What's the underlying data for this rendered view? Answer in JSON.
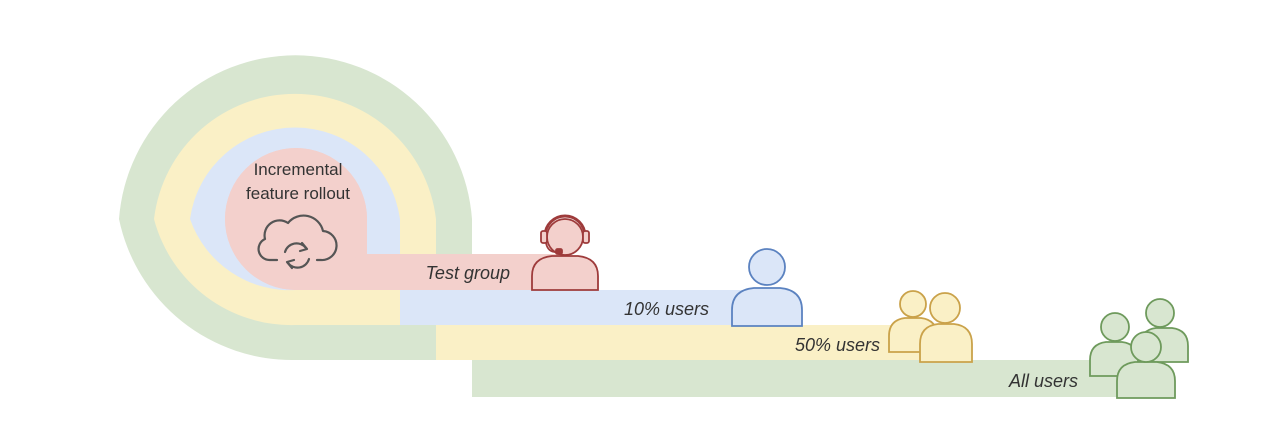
{
  "center": {
    "label_line1": "Incremental",
    "label_line2": "feature rollout",
    "icon": "cloud-sync-icon"
  },
  "stages": [
    {
      "label": "Test group",
      "icon": "headset-user-icon",
      "color": "#f3d0cc",
      "stroke": "#9e3b3b"
    },
    {
      "label": "10% users",
      "icon": "single-user-icon",
      "color": "#dbe6f8",
      "stroke": "#5b82c0"
    },
    {
      "label": "50% users",
      "icon": "two-users-icon",
      "color": "#faf0c6",
      "stroke": "#caa24a"
    },
    {
      "label": "All users",
      "icon": "user-group-icon",
      "color": "#d8e6d0",
      "stroke": "#6e9a5c"
    }
  ],
  "colors": {
    "icon_stroke": "#555555",
    "text": "#333333"
  }
}
